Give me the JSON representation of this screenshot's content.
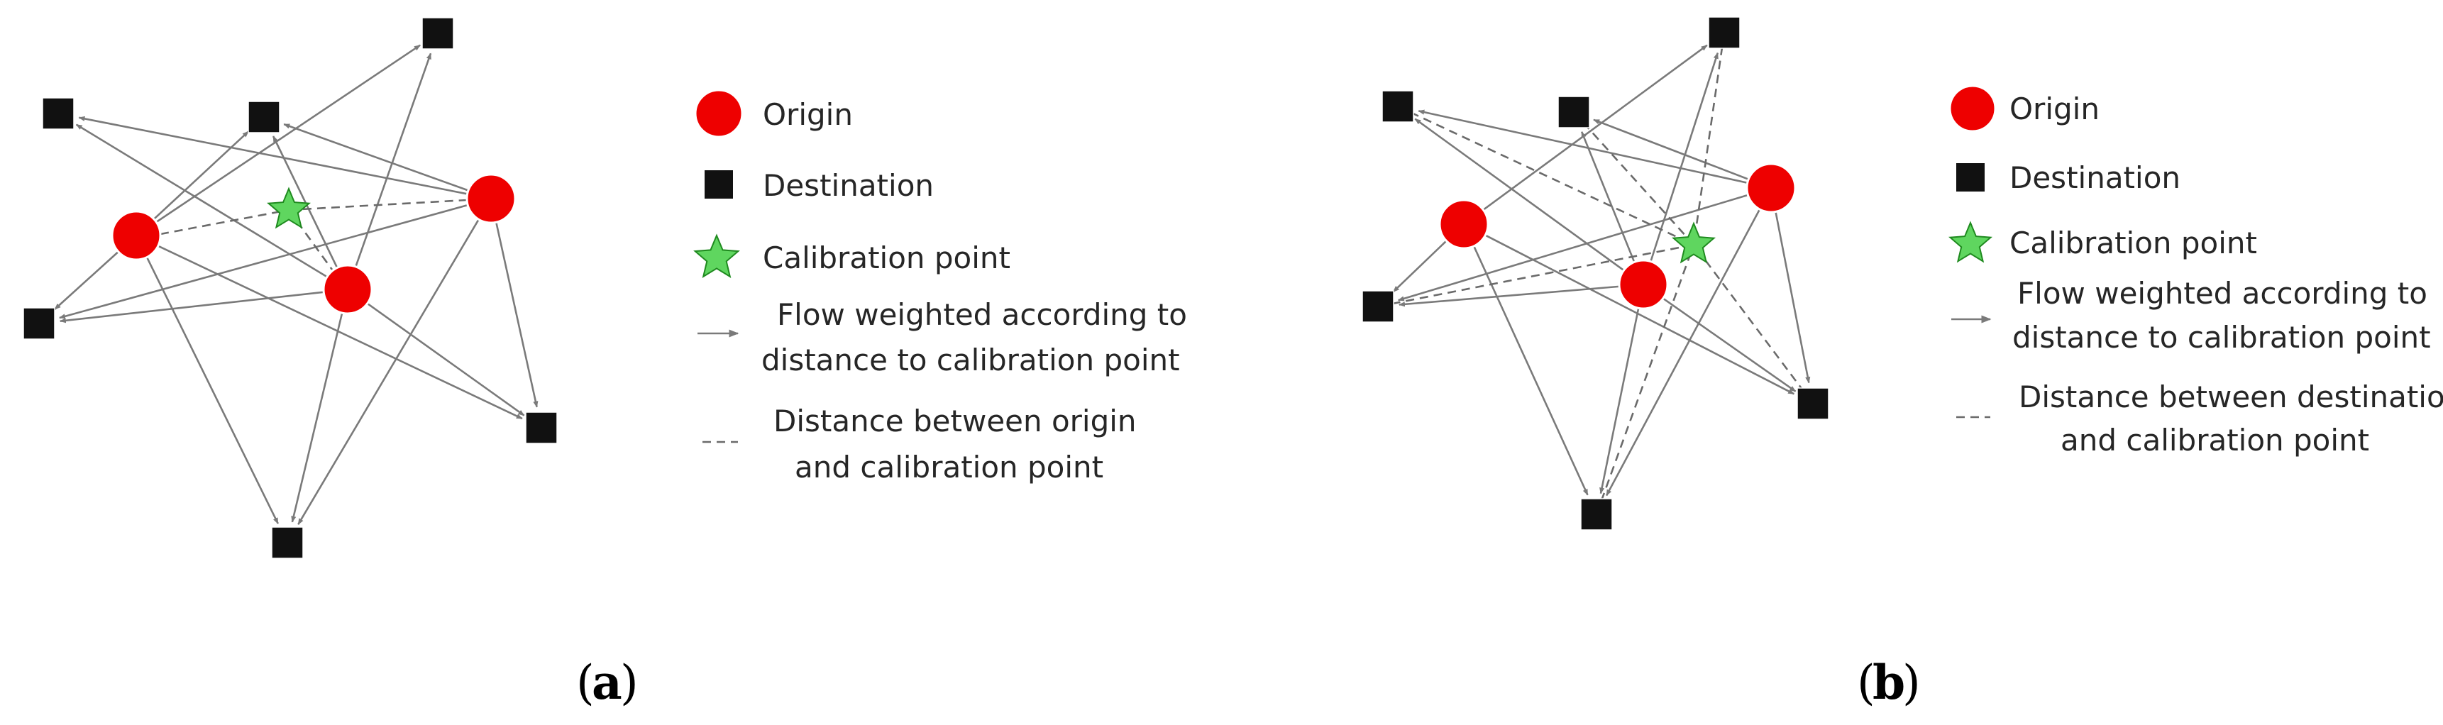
{
  "panels": [
    {
      "id": "a",
      "caption": "a",
      "legend": {
        "origin": "Origin",
        "destination": "Destination",
        "calibration": "Calibration point",
        "flow_line1": "Flow weighted according to",
        "flow_line2": "distance to calibration point",
        "distance_line1": "Distance between  origin",
        "distance_line2": "and calibration point"
      }
    },
    {
      "id": "b",
      "caption": "b",
      "legend": {
        "origin": "Origin",
        "destination": "Destination",
        "calibration": "Calibration point",
        "flow_line1": "Flow weighted according to",
        "flow_line2": "distance to calibration point",
        "distance_line1": "Distance between  destination",
        "distance_line2": "and calibration point"
      }
    }
  ],
  "colors": {
    "origin": "#ee0000",
    "destination": "#111111",
    "calibration": "#5fd65f",
    "calibration_stroke": "#1f8a1f",
    "flow": "#7a7a7a",
    "distance": "#6a6a6a"
  }
}
